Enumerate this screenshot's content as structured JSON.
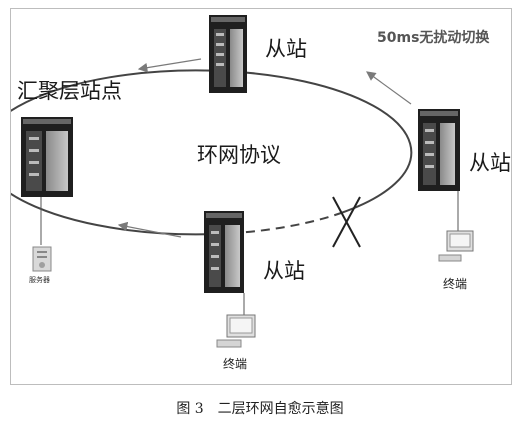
{
  "diagram": {
    "switch_note": "50ms无扰动切换",
    "center_label": "环网协议",
    "aggregation_label": "汇聚层站点",
    "slave_labels": [
      "从站",
      "从站",
      "从站"
    ],
    "server_label": "服务器",
    "terminal_labels": [
      "终端",
      "终端"
    ]
  },
  "caption": "图 3　二层环网自愈示意图",
  "colors": {
    "ring": "#444444",
    "arrow": "#7a7a7a",
    "device_body": "#1f1f1f",
    "device_panel": "#5a5a5a"
  }
}
